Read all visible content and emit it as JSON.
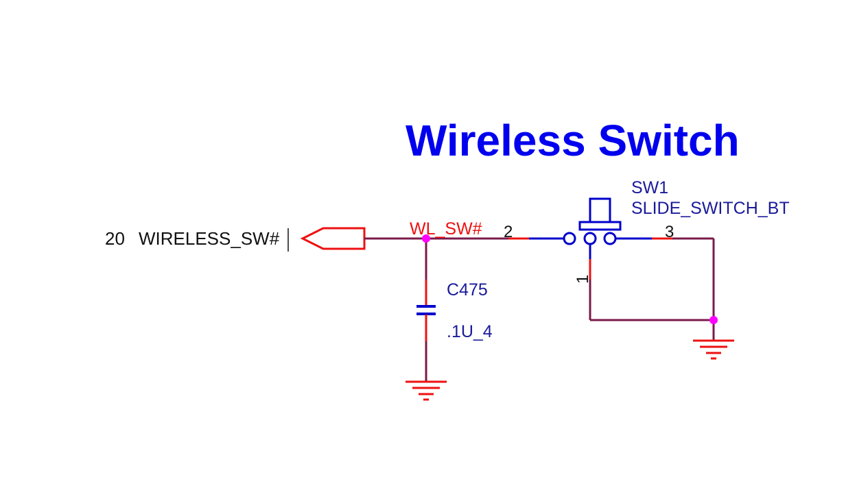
{
  "title": "Wireless Switch",
  "offpage": {
    "pin_number": "20",
    "net_name": "WIRELESS_SW#"
  },
  "net_label": "WL_SW#",
  "capacitor": {
    "refdes": "C475",
    "value": ".1U_4"
  },
  "switch": {
    "refdes": "SW1",
    "part": "SLIDE_SWITCH_BT",
    "pins": [
      "1",
      "2",
      "3"
    ]
  },
  "colors": {
    "title": "#0000ee",
    "wire": "#7a1a4a",
    "pin": "#ee1111",
    "component": "#0000cc",
    "junction": "#ff00ff",
    "ground": "#ee1111"
  }
}
